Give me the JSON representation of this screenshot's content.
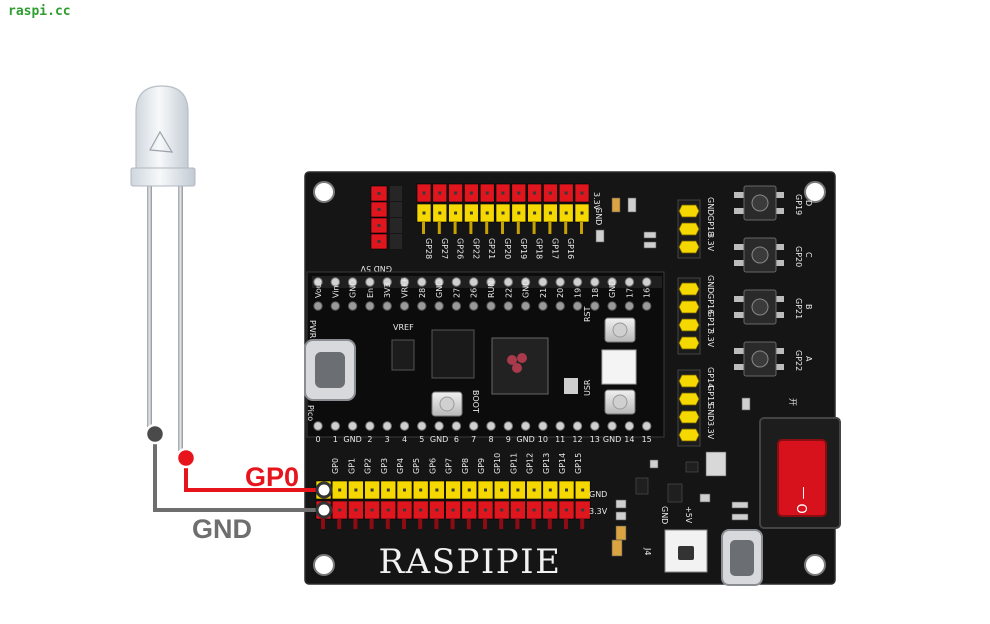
{
  "watermark": "raspi.cc",
  "board": {
    "brand": "RASPIPIE",
    "top_header_pins": [
      "GP28",
      "GP27",
      "GP26",
      "GP22",
      "GP21",
      "GP20",
      "GP19",
      "GP18",
      "GP17",
      "GP16"
    ],
    "top_header_power": "3.3V",
    "top_header_gnd": "GND",
    "left_header_label": "GND 5V",
    "bottom_header_pins": [
      "GP0",
      "GP1",
      "GP2",
      "GP3",
      "GP4",
      "GP5",
      "GP6",
      "GP7",
      "GP8",
      "GP9",
      "GP10",
      "GP11",
      "GP12",
      "GP13",
      "GP14",
      "GP15"
    ],
    "bottom_header_gnd": "GND",
    "bottom_header_power": "3.3V",
    "pico_pin_numbers": [
      "0",
      "1",
      "GND",
      "2",
      "3",
      "4",
      "5",
      "GND",
      "6",
      "7",
      "8",
      "9",
      "GND",
      "10",
      "11",
      "12",
      "13",
      "GND",
      "14",
      "15"
    ],
    "pico_top_numbers": [
      "Vout",
      "Vin",
      "GND",
      "En",
      "3V3",
      "VREF",
      "28",
      "GND",
      "27",
      "26",
      "RUN",
      "22",
      "GND",
      "21",
      "20",
      "19",
      "18",
      "GND",
      "17",
      "16"
    ],
    "right_group_1": [
      "GND",
      "GP18",
      "3.3V"
    ],
    "right_group_2": [
      "GND",
      "GP16",
      "GP17",
      "3.3V"
    ],
    "right_group_3": [
      "GP14",
      "GP15",
      "GND",
      "3.3V"
    ],
    "buttons": [
      {
        "pin": "GP19",
        "letter": "D"
      },
      {
        "pin": "GP20",
        "letter": "C"
      },
      {
        "pin": "GP21",
        "letter": "B"
      },
      {
        "pin": "GP22",
        "letter": "A"
      }
    ],
    "switch_label": "开",
    "switch_symbol": "O —",
    "power_labels": [
      "GND",
      "+5V"
    ],
    "connector_label": "J4",
    "small_labels": [
      "BOOT",
      "RST",
      "USR",
      "PWR",
      "Pico",
      "VREF"
    ]
  },
  "wires": [
    {
      "name": "GP0",
      "color": "#e8141c"
    },
    {
      "name": "GND",
      "color": "#6e6e6e"
    }
  ],
  "colors": {
    "pcb": "#151515",
    "header_yellow": "#f5d800",
    "header_red": "#e0161f",
    "led_body": "#e9eef4"
  }
}
